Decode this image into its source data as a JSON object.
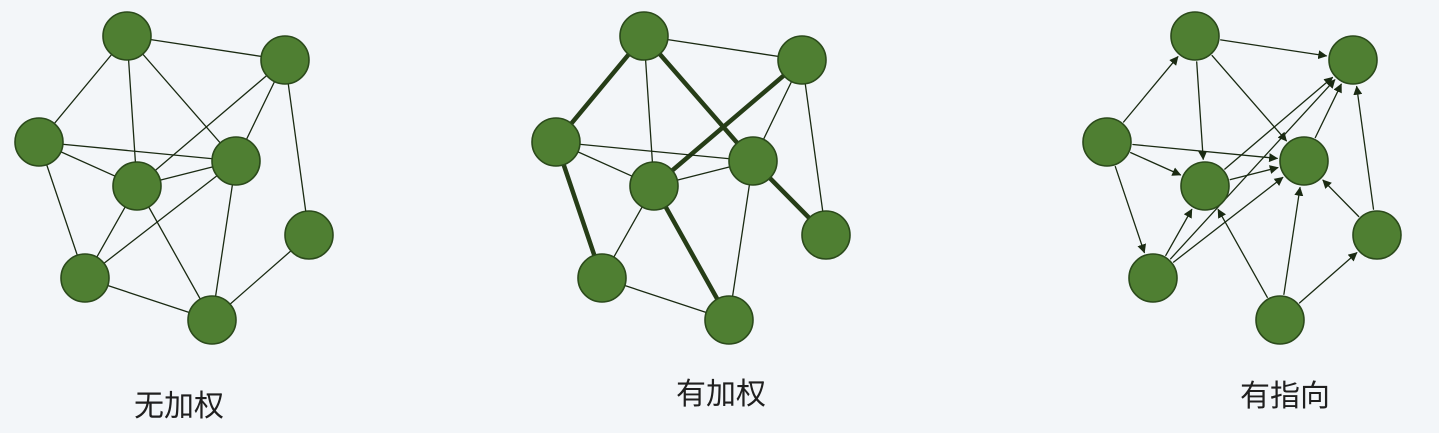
{
  "colors": {
    "background": "#f3f6f9",
    "node_fill": "#4f7f32",
    "node_stroke": "#2b4a1b",
    "edge": "#1a2a12",
    "label": "#1f1f1f"
  },
  "graphs": {
    "unweighted": {
      "label": "无加权",
      "nodes": [
        "a",
        "b",
        "c",
        "d",
        "e",
        "f",
        "g",
        "h"
      ],
      "edges": [
        {
          "from": "a",
          "to": "b"
        },
        {
          "from": "a",
          "to": "c"
        },
        {
          "from": "a",
          "to": "d"
        },
        {
          "from": "a",
          "to": "e"
        },
        {
          "from": "b",
          "to": "d"
        },
        {
          "from": "b",
          "to": "e"
        },
        {
          "from": "b",
          "to": "f"
        },
        {
          "from": "c",
          "to": "d"
        },
        {
          "from": "c",
          "to": "e"
        },
        {
          "from": "c",
          "to": "g"
        },
        {
          "from": "d",
          "to": "e"
        },
        {
          "from": "d",
          "to": "g"
        },
        {
          "from": "d",
          "to": "h"
        },
        {
          "from": "e",
          "to": "g"
        },
        {
          "from": "e",
          "to": "h"
        },
        {
          "from": "f",
          "to": "h"
        },
        {
          "from": "g",
          "to": "h"
        }
      ]
    },
    "weighted": {
      "label": "有加权",
      "nodes": [
        "a",
        "b",
        "c",
        "d",
        "e",
        "f",
        "g",
        "h"
      ],
      "edges": [
        {
          "from": "a",
          "to": "b",
          "heavy": false
        },
        {
          "from": "a",
          "to": "c",
          "heavy": true
        },
        {
          "from": "a",
          "to": "d",
          "heavy": false
        },
        {
          "from": "a",
          "to": "e",
          "heavy": true
        },
        {
          "from": "b",
          "to": "d",
          "heavy": true
        },
        {
          "from": "b",
          "to": "e",
          "heavy": false
        },
        {
          "from": "b",
          "to": "f",
          "heavy": false
        },
        {
          "from": "c",
          "to": "e",
          "heavy": false
        },
        {
          "from": "c",
          "to": "d",
          "heavy": false
        },
        {
          "from": "c",
          "to": "g",
          "heavy": true
        },
        {
          "from": "d",
          "to": "e",
          "heavy": false
        },
        {
          "from": "d",
          "to": "g",
          "heavy": false
        },
        {
          "from": "d",
          "to": "h",
          "heavy": true
        },
        {
          "from": "e",
          "to": "f",
          "heavy": true
        },
        {
          "from": "e",
          "to": "h",
          "heavy": false
        },
        {
          "from": "g",
          "to": "h",
          "heavy": false
        }
      ]
    },
    "directed": {
      "label": "有指向",
      "nodes": [
        "a",
        "b",
        "c",
        "d",
        "e",
        "f",
        "g",
        "h"
      ],
      "edges": [
        {
          "from": "a",
          "to": "b"
        },
        {
          "from": "a",
          "to": "d"
        },
        {
          "from": "a",
          "to": "e"
        },
        {
          "from": "c",
          "to": "a"
        },
        {
          "from": "c",
          "to": "d"
        },
        {
          "from": "c",
          "to": "e"
        },
        {
          "from": "c",
          "to": "g"
        },
        {
          "from": "d",
          "to": "b"
        },
        {
          "from": "d",
          "to": "e"
        },
        {
          "from": "e",
          "to": "b"
        },
        {
          "from": "f",
          "to": "b"
        },
        {
          "from": "f",
          "to": "e"
        },
        {
          "from": "g",
          "to": "d"
        },
        {
          "from": "g",
          "to": "b"
        },
        {
          "from": "g",
          "to": "e"
        },
        {
          "from": "h",
          "to": "d"
        },
        {
          "from": "h",
          "to": "e"
        },
        {
          "from": "h",
          "to": "f"
        }
      ]
    }
  }
}
